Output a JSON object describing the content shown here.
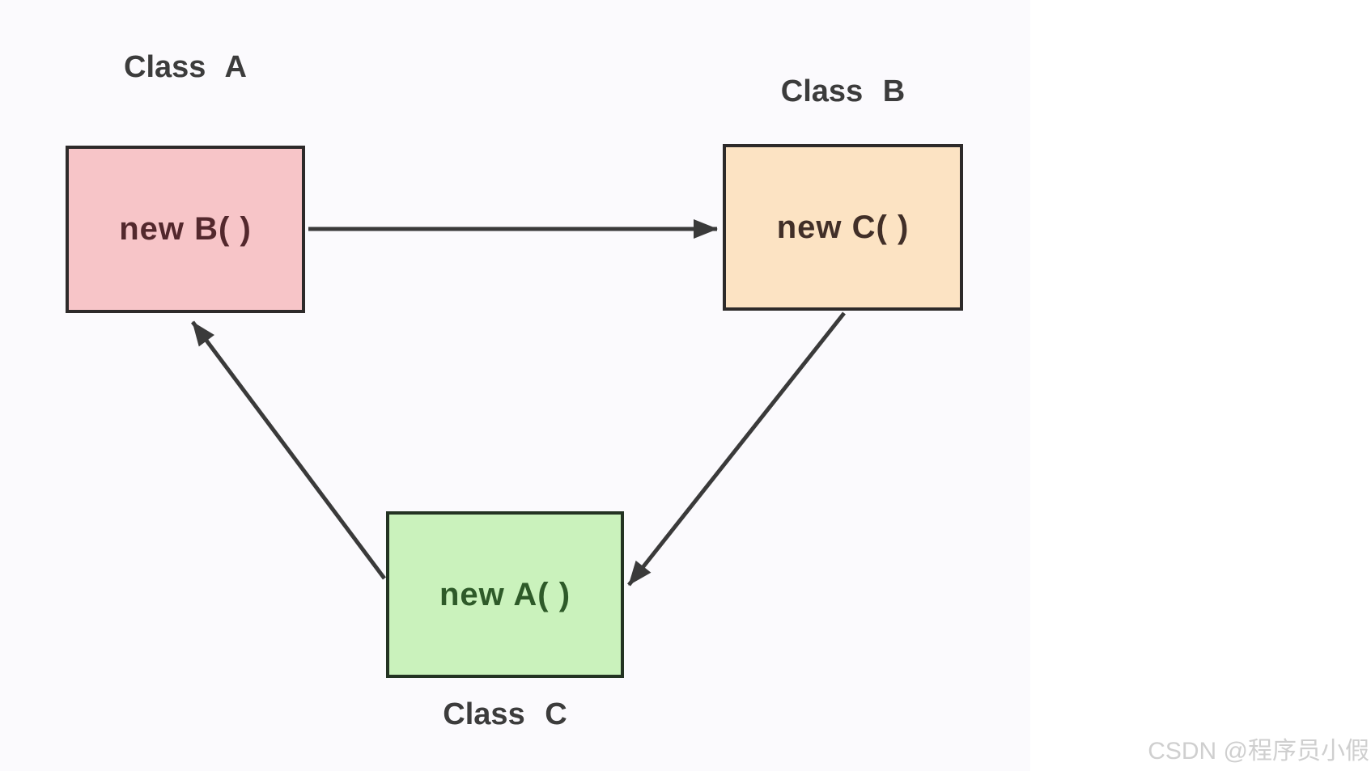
{
  "page": {
    "background": "#ffffff",
    "diagram_background": "#fbfafd"
  },
  "diagram": {
    "boxes": [
      {
        "id": "A",
        "title": "Class A",
        "body": "new B( )",
        "fill": "#f7c5c8",
        "border": "#2d2a2a",
        "text_color": "#53282d"
      },
      {
        "id": "B",
        "title": "Class B",
        "body": "new C( )",
        "fill": "#fce3c3",
        "border": "#2d2a2a",
        "text_color": "#412f28"
      },
      {
        "id": "C",
        "title": "Class C",
        "body": "new A( )",
        "fill": "#caf2bc",
        "border": "#233322",
        "text_color": "#2e5a29"
      }
    ],
    "arrows": [
      {
        "name": "a-to-b",
        "from": "Class A",
        "to": "Class B"
      },
      {
        "name": "b-to-c",
        "from": "Class B",
        "to": "Class C"
      },
      {
        "name": "c-to-a",
        "from": "Class C",
        "to": "Class A"
      }
    ],
    "arrow_color": "#3a3a3a",
    "title_color": "#3c3c3c"
  },
  "watermark": {
    "text": "CSDN @程序员小假",
    "color": "#cfcfcf"
  }
}
